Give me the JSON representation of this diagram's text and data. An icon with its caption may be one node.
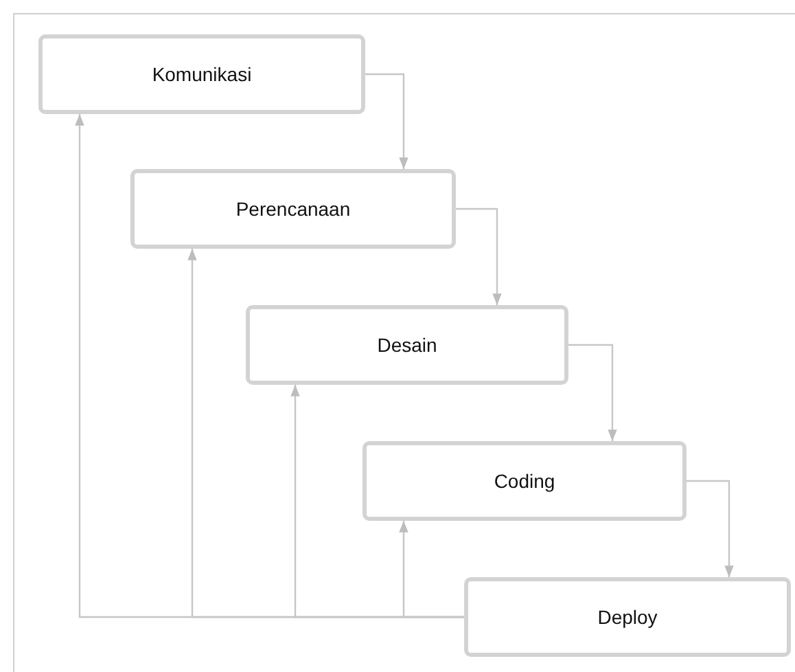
{
  "diagram": {
    "nodes": [
      {
        "text": [
          "Komunikasi"
        ]
      },
      {
        "text": [
          "Perencanaan"
        ]
      },
      {
        "text": [
          "Desain"
        ]
      },
      {
        "text": [
          "Coding"
        ]
      },
      {
        "text": [
          "Deploy"
        ]
      }
    ],
    "edges": [
      {
        "from": 0,
        "to": 1,
        "arrow": "to"
      },
      {
        "from": 1,
        "to": 2,
        "arrow": "to"
      },
      {
        "from": 2,
        "to": 3,
        "arrow": "to"
      },
      {
        "from": 3,
        "to": 4,
        "arrow": "to"
      },
      {
        "from": 4,
        "to": 0,
        "arrow": "to"
      },
      {
        "from": 4,
        "to": 1,
        "arrow": "to"
      },
      {
        "from": 4,
        "to": 2,
        "arrow": "to"
      },
      {
        "from": 4,
        "to": 3,
        "arrow": "to"
      }
    ]
  }
}
